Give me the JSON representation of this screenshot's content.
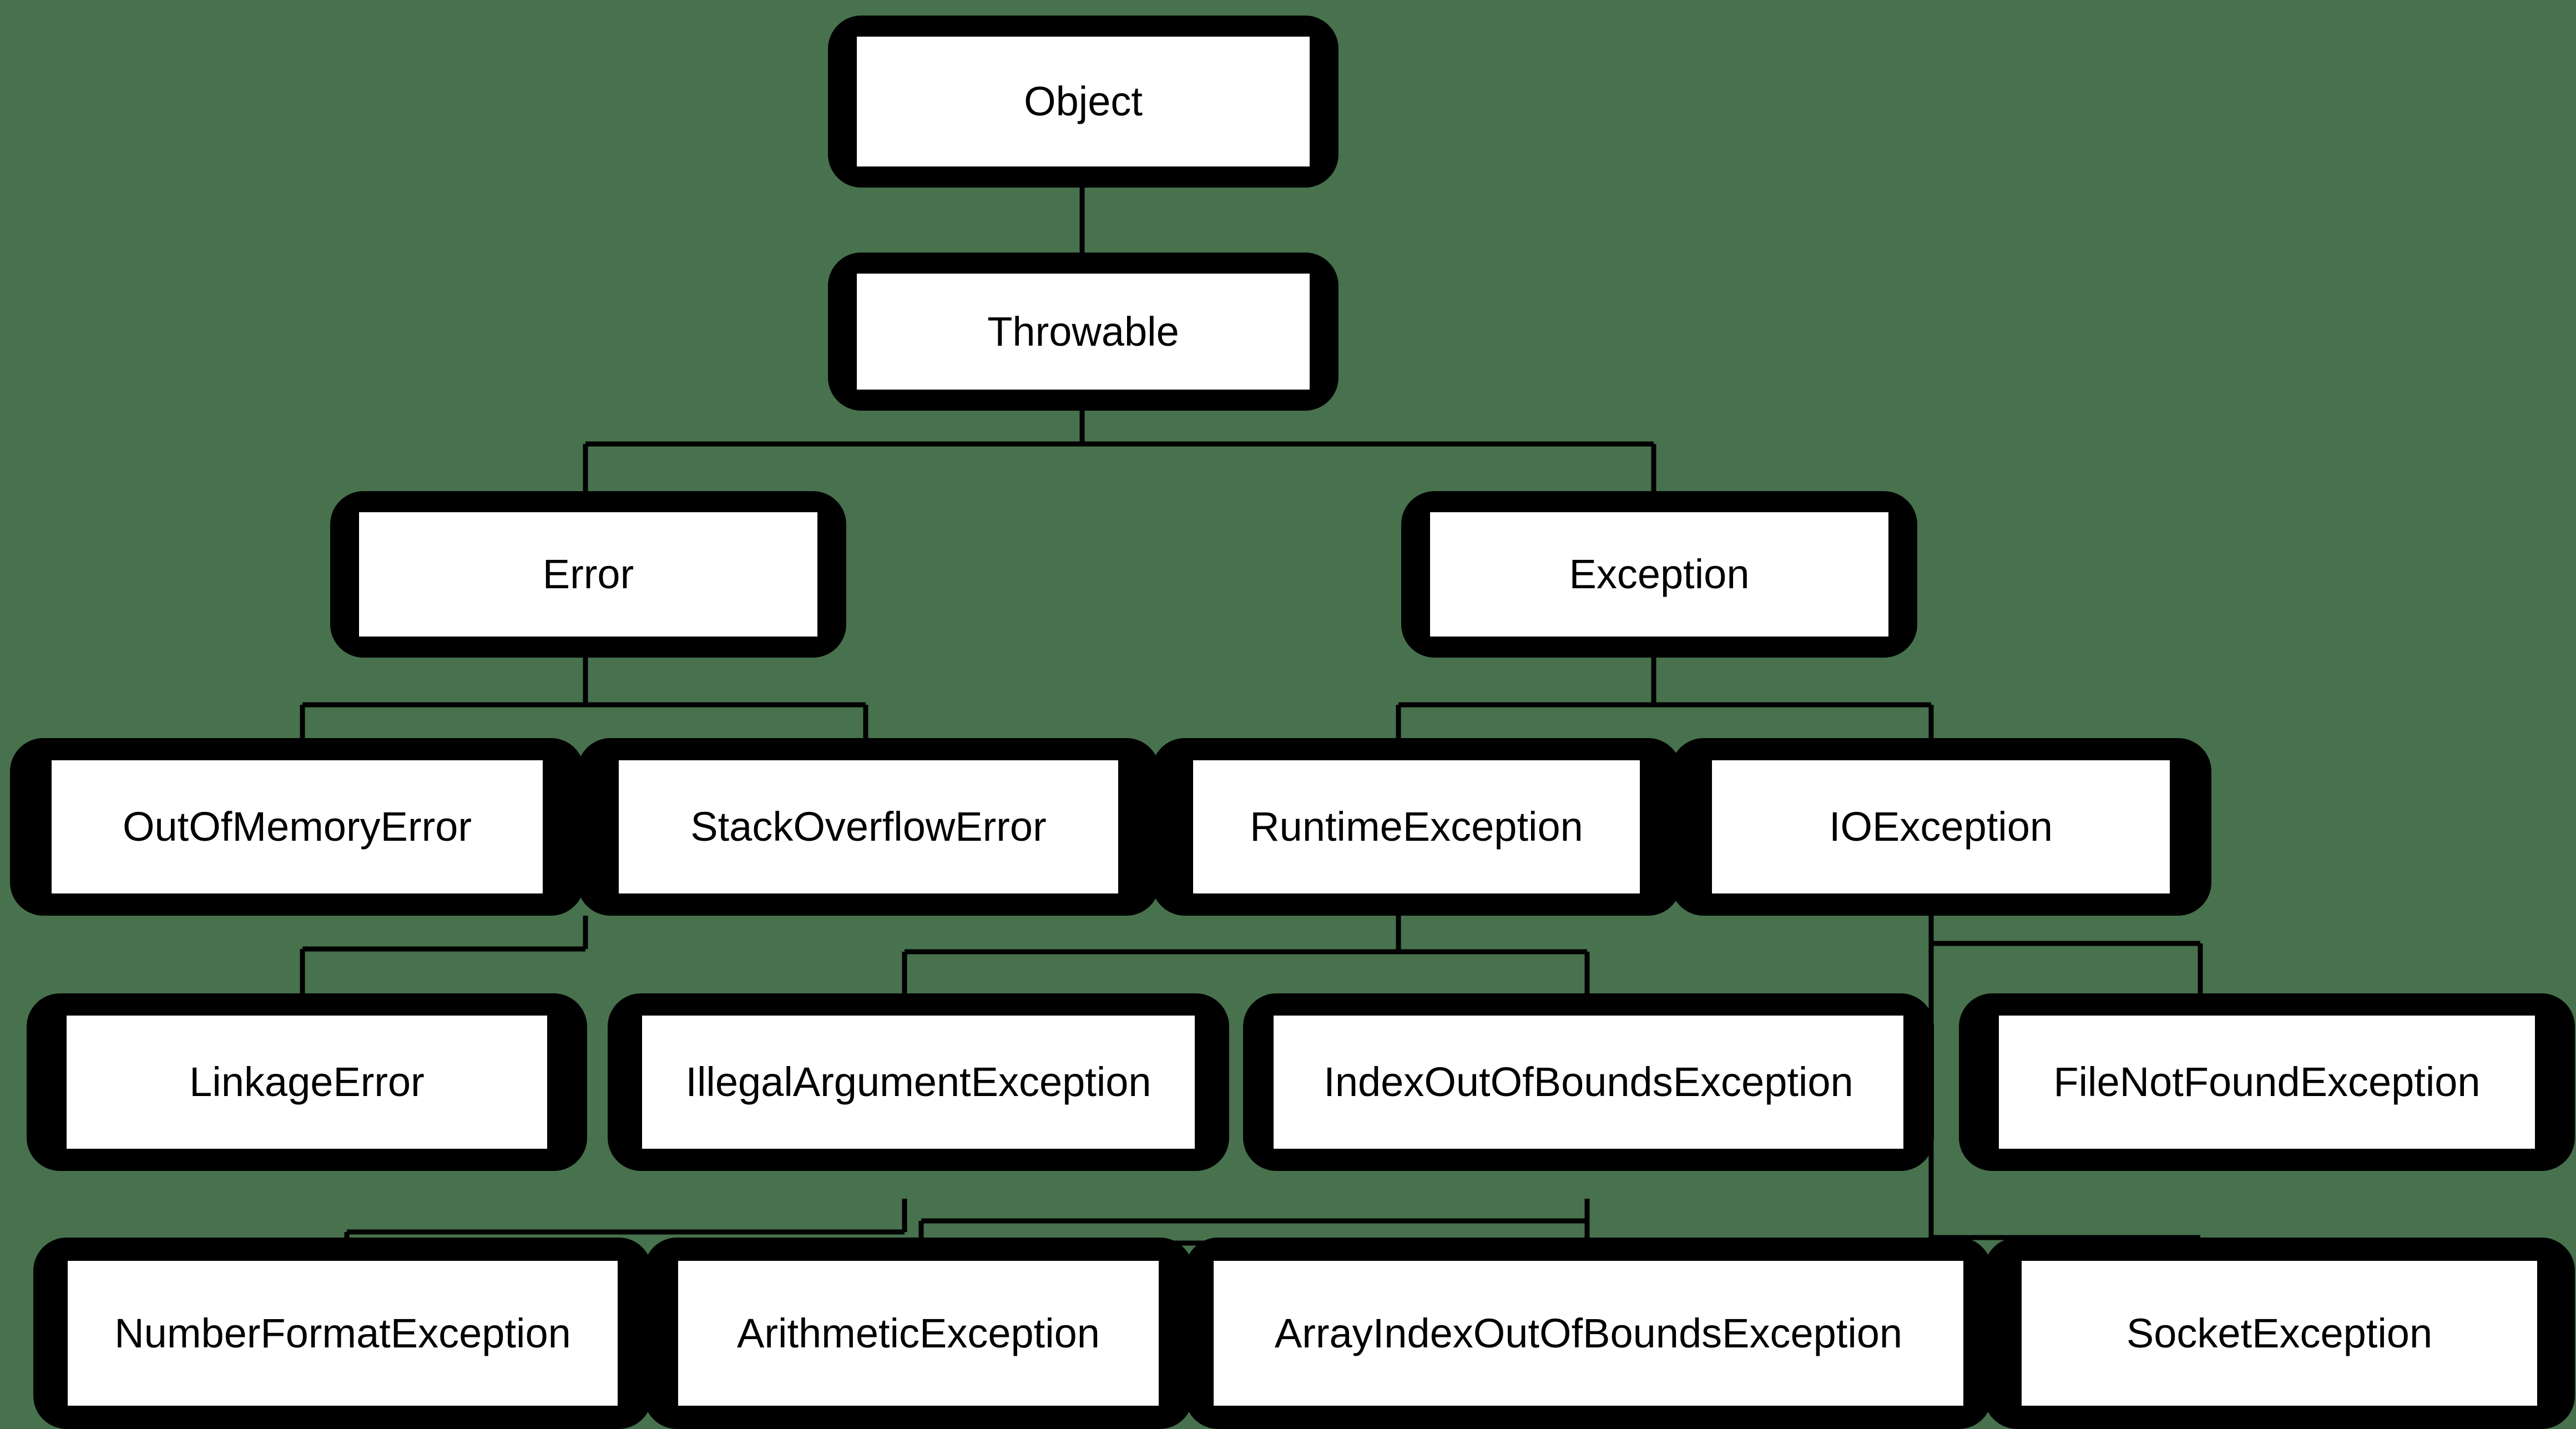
{
  "diagram": {
    "type": "class-hierarchy-tree",
    "title": "Java Throwable class hierarchy",
    "background_color": "#47724d",
    "node_fill_color": "#ffffff",
    "node_border_color": "#000000",
    "connector_color": "#000000",
    "levels": [
      {
        "index": 0,
        "nodes": [
          "Object"
        ]
      },
      {
        "index": 1,
        "nodes": [
          "Throwable"
        ]
      },
      {
        "index": 2,
        "nodes": [
          "Error",
          "Exception"
        ]
      },
      {
        "index": 3,
        "nodes": [
          "OutOfMemoryError",
          "StackOverflowError",
          "RuntimeException",
          "IOException"
        ]
      },
      {
        "index": 4,
        "nodes": [
          "LinkageError",
          "IllegalArgumentException",
          "IndexOutOfBoundsException",
          "FileNotFoundException"
        ]
      },
      {
        "index": 5,
        "nodes": [
          "NumberFormatException",
          "ArithmeticException",
          "ArrayIndexOutOfBoundsException",
          "SocketException"
        ]
      }
    ],
    "nodes": [
      {
        "id": "object",
        "label": "Object",
        "level": 0
      },
      {
        "id": "throwable",
        "label": "Throwable",
        "level": 1
      },
      {
        "id": "error",
        "label": "Error",
        "level": 2
      },
      {
        "id": "exception",
        "label": "Exception",
        "level": 2
      },
      {
        "id": "out-of-memory-error",
        "label": "OutOfMemoryError",
        "level": 3
      },
      {
        "id": "stack-overflow-error",
        "label": "StackOverflowError",
        "level": 3
      },
      {
        "id": "runtime-exception",
        "label": "RuntimeException",
        "level": 3
      },
      {
        "id": "io-exception",
        "label": "IOException",
        "level": 3
      },
      {
        "id": "linkage-error",
        "label": "LinkageError",
        "level": 4
      },
      {
        "id": "illegal-argument-exception",
        "label": "IllegalArgumentException",
        "level": 4
      },
      {
        "id": "index-out-of-bounds-exception",
        "label": "IndexOutOfBoundsException",
        "level": 4
      },
      {
        "id": "file-not-found-exception",
        "label": "FileNotFoundException",
        "level": 4
      },
      {
        "id": "number-format-exception",
        "label": "NumberFormatException",
        "level": 5
      },
      {
        "id": "arithmetic-exception",
        "label": "ArithmeticException",
        "level": 5
      },
      {
        "id": "array-index-out-of-bounds-exception",
        "label": "ArrayIndexOutOfBoundsException",
        "level": 5
      },
      {
        "id": "socket-exception",
        "label": "SocketException",
        "level": 5
      }
    ],
    "edges": [
      {
        "from": "object",
        "to": "throwable"
      },
      {
        "from": "throwable",
        "to": "error"
      },
      {
        "from": "throwable",
        "to": "exception"
      },
      {
        "from": "error",
        "to": "out-of-memory-error"
      },
      {
        "from": "error",
        "to": "stack-overflow-error"
      },
      {
        "from": "exception",
        "to": "runtime-exception"
      },
      {
        "from": "exception",
        "to": "io-exception"
      },
      {
        "from": "out-of-memory-error",
        "to": "linkage-error"
      },
      {
        "from": "runtime-exception",
        "to": "illegal-argument-exception"
      },
      {
        "from": "runtime-exception",
        "to": "index-out-of-bounds-exception"
      },
      {
        "from": "io-exception",
        "to": "file-not-found-exception"
      },
      {
        "from": "io-exception",
        "to": "socket-exception"
      },
      {
        "from": "illegal-argument-exception",
        "to": "number-format-exception"
      },
      {
        "from": "index-out-of-bounds-exception",
        "to": "arithmetic-exception"
      },
      {
        "from": "index-out-of-bounds-exception",
        "to": "array-index-out-of-bounds-exception"
      }
    ]
  }
}
